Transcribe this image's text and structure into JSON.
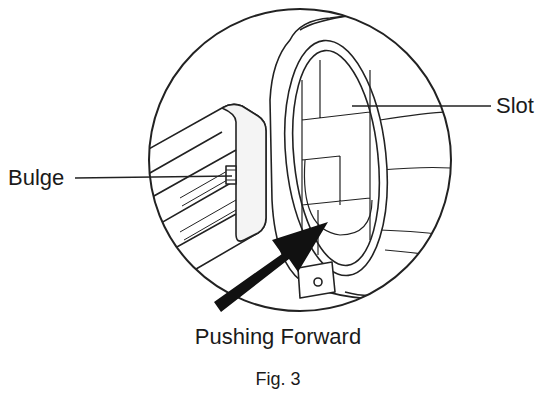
{
  "diagram": {
    "caption": "Fig. 3",
    "labels": [
      "Bulge",
      "Slot",
      "Pushing Forward"
    ]
  }
}
